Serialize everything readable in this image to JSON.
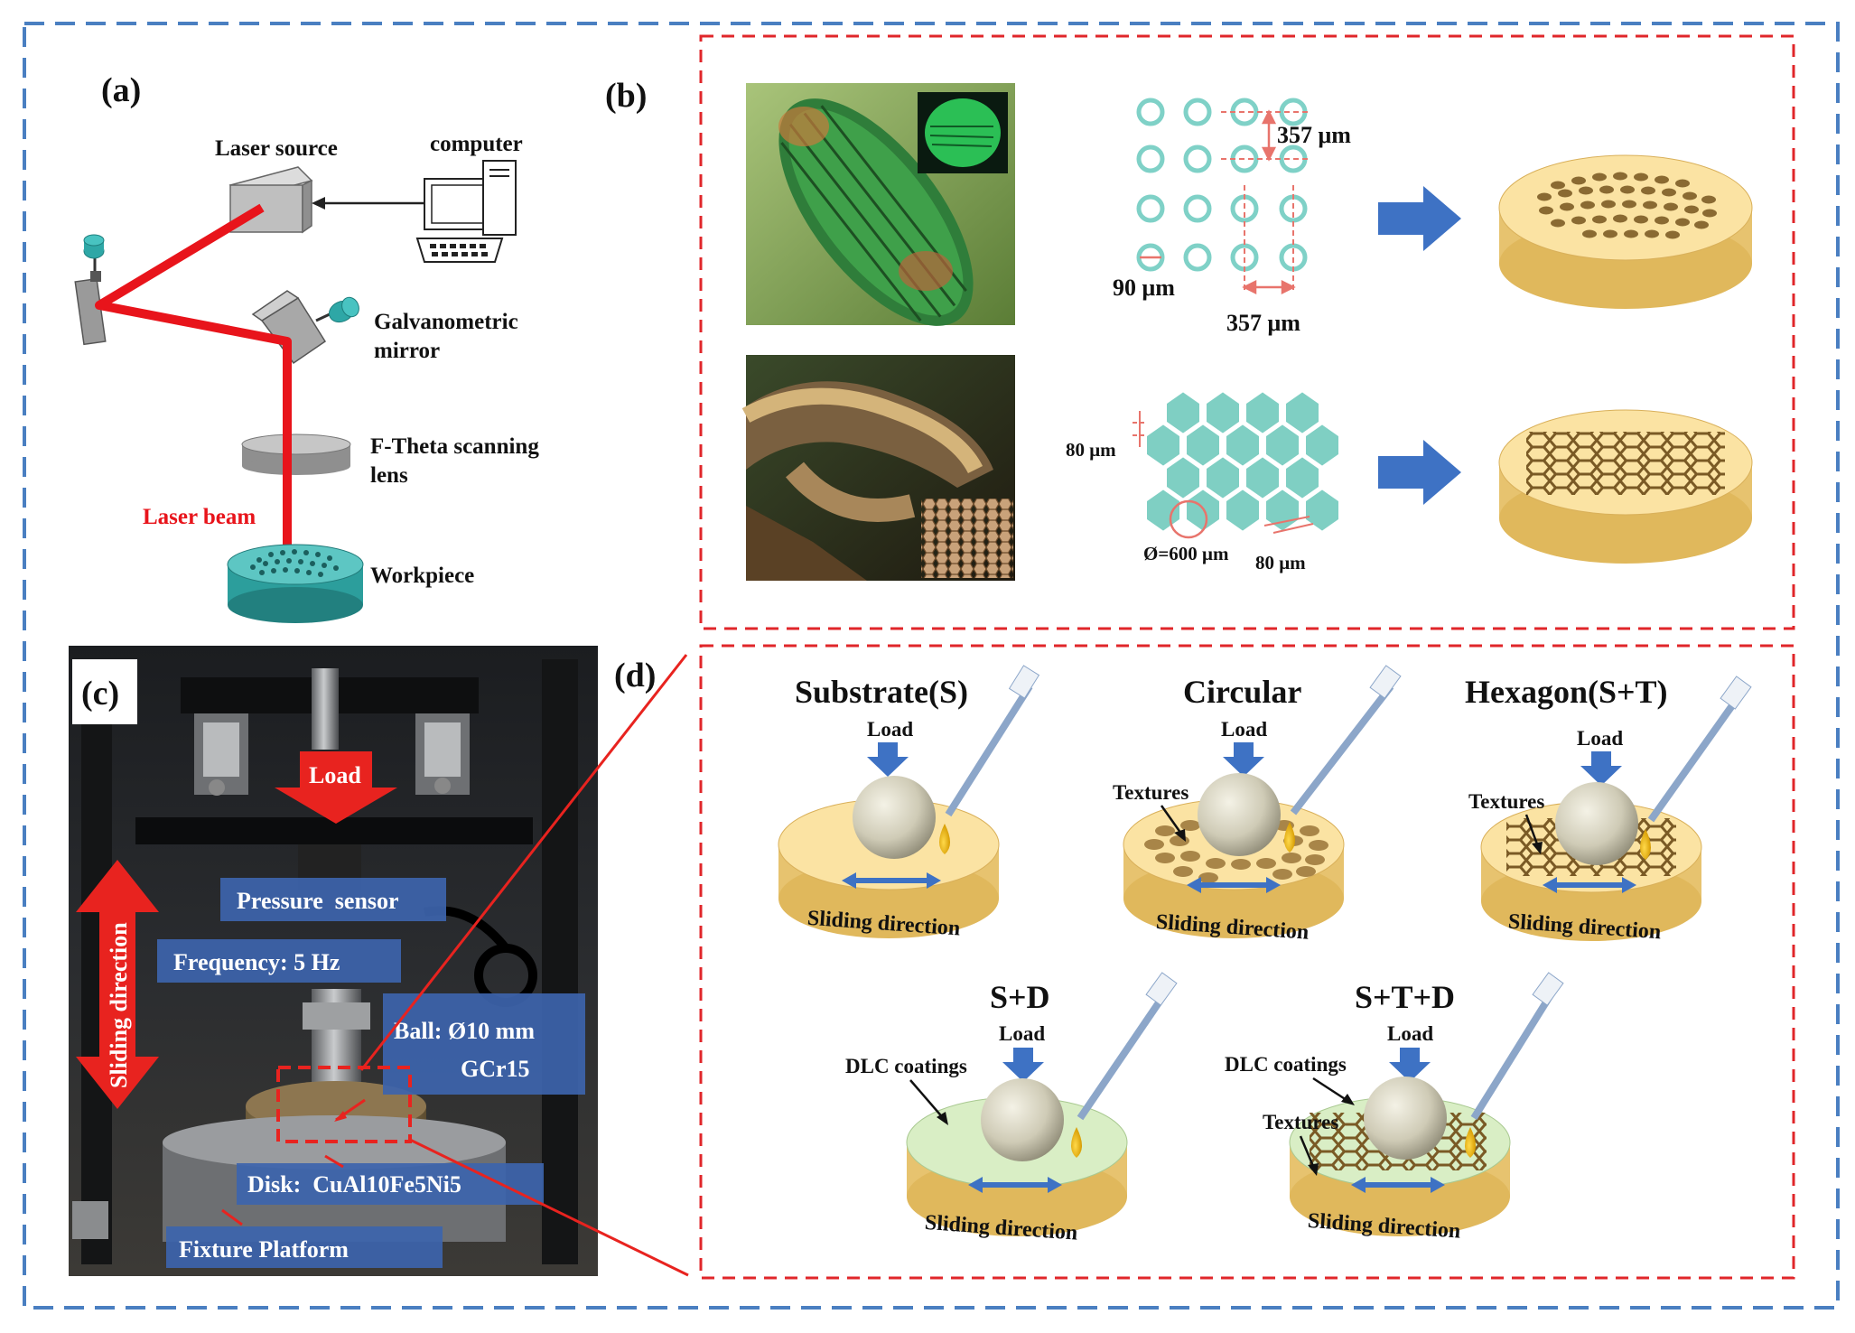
{
  "colors": {
    "outer_border": "#4a7fc1",
    "panel_border": "#e0262a",
    "laser": "#e8141b",
    "teal": "#2ea7a6",
    "disk_top": "#fbe3a3",
    "disk_side": "#e7c36f",
    "dlc_top": "#d9eec5",
    "arrow_blue": "#3e72c4",
    "label_box": "#3d64ad",
    "load_red": "#e8231f"
  },
  "panel_a": {
    "label": "(a)",
    "laser_source": "Laser source",
    "computer": "computer",
    "galvo_line1": "Galvanometric",
    "galvo_line2": "mirror",
    "lens_line1": "F-Theta scanning",
    "lens_line2": "lens",
    "laser_beam": "Laser beam",
    "workpiece": "Workpiece"
  },
  "panel_b": {
    "label": "(b)",
    "dim_spacing_v": "357 μm",
    "dim_diameter": "90 μm",
    "dim_spacing_h": "357 μm",
    "dim_hex_size": "80 μm",
    "dim_hex_circle": "Ø=600 μm",
    "dim_hex_wall": "80 μm"
  },
  "panel_c": {
    "label": "(c)",
    "load": "Load",
    "sliding_direction": "Sliding direction",
    "pressure_sensor": "Pressure  sensor",
    "frequency": "Frequency: 5 Hz",
    "ball_line1": "Ball: Ø10 mm",
    "ball_line2": "GCr15",
    "disk": "Disk:  CuAl10Fe5Ni5",
    "fixture": "Fixture Platform"
  },
  "panel_d": {
    "label": "(d)",
    "load": "Load",
    "textures": "Textures",
    "dlc": "DLC coatings",
    "sliding": "Sliding direction",
    "titles": {
      "substrate": "Substrate(S)",
      "circular": "Circular",
      "hexagon": "Hexagon(S+T)",
      "sd": "S+D",
      "std": "S+T+D"
    }
  }
}
